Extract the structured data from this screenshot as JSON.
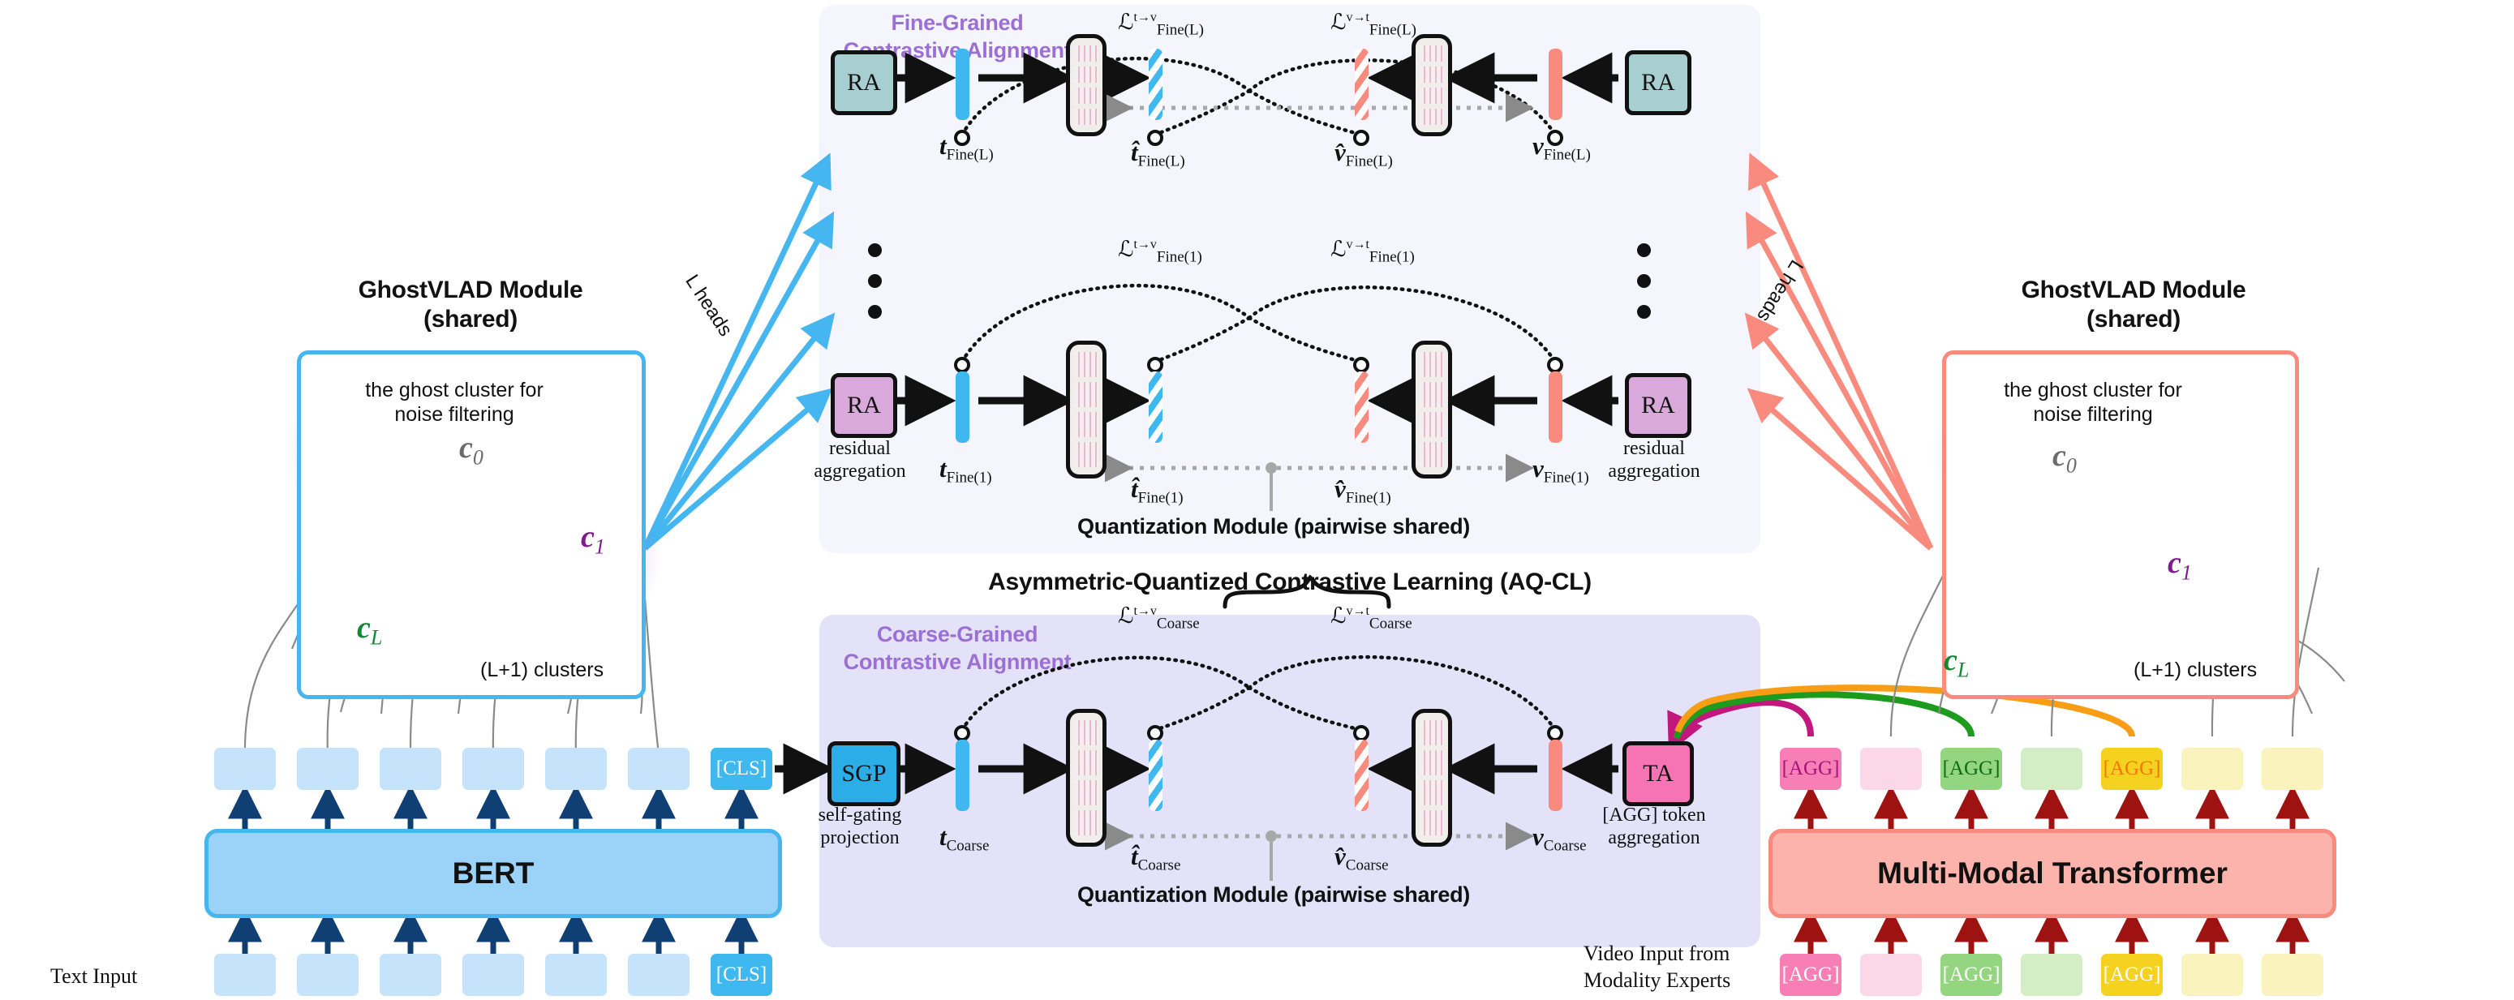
{
  "figure": {
    "title": "Asymmetric-Quantized Contrastive Learning (AQ-CL)",
    "quantization_caption": "Quantization Module (pairwise shared)"
  },
  "panels": {
    "fine": {
      "title_line1": "Fine-Grained",
      "title_line2": "Contrastive Alignment"
    },
    "coarse": {
      "title_line1": "Coarse-Grained",
      "title_line2": "Contrastive Alignment"
    }
  },
  "rows": {
    "fine_L": {
      "loss_t2v": "ℒ",
      "loss_t2v_sup": "t→v",
      "loss_t2v_sub": "Fine(L)",
      "loss_v2t": "ℒ",
      "loss_v2t_sup": "v→t",
      "loss_v2t_sub": "Fine(L)",
      "left_block": "RA",
      "right_block": "RA",
      "t_label": "t",
      "t_sub": "Fine(L)",
      "t_hat_label": "t̂",
      "t_hat_sub": "Fine(L)",
      "v_hat_label": "v̂",
      "v_hat_sub": "Fine(L)",
      "v_label": "v",
      "v_sub": "Fine(L)"
    },
    "fine_1": {
      "loss_t2v": "ℒ",
      "loss_t2v_sup": "t→v",
      "loss_t2v_sub": "Fine(1)",
      "loss_v2t": "ℒ",
      "loss_v2t_sup": "v→t",
      "loss_v2t_sub": "Fine(1)",
      "left_block": "RA",
      "right_block": "RA",
      "left_caption_l1": "residual",
      "left_caption_l2": "aggregation",
      "right_caption_l1": "residual",
      "right_caption_l2": "aggregation",
      "t_label": "t",
      "t_sub": "Fine(1)",
      "t_hat_label": "t̂",
      "t_hat_sub": "Fine(1)",
      "v_hat_label": "v̂",
      "v_hat_sub": "Fine(1)",
      "v_label": "v",
      "v_sub": "Fine(1)"
    },
    "coarse": {
      "loss_t2v": "ℒ",
      "loss_t2v_sup": "t→v",
      "loss_t2v_sub": "Coarse",
      "loss_v2t": "ℒ",
      "loss_v2t_sup": "v→t",
      "loss_v2t_sub": "Coarse",
      "left_block": "SGP",
      "right_block": "TA",
      "left_caption_l1": "self-gating",
      "left_caption_l2": "projection",
      "right_caption_l1": "[AGG] token",
      "right_caption_l2": "aggregation",
      "t_label": "t",
      "t_sub": "Coarse",
      "t_hat_label": "t̂",
      "t_hat_sub": "Coarse",
      "v_hat_label": "v̂",
      "v_hat_sub": "Coarse",
      "v_label": "v",
      "v_sub": "Coarse"
    }
  },
  "ghostvlad_left": {
    "title_line1": "GhostVLAD Module",
    "title_line2": "(shared)",
    "note_line1": "the ghost cluster for",
    "note_line2": "noise filtering",
    "c0": "c",
    "c0_sub": "0",
    "c1": "c",
    "c1_sub": "1",
    "cL": "c",
    "cL_sub": "L",
    "clusters_label": "(L+1) clusters",
    "heads_label": "L heads"
  },
  "ghostvlad_right": {
    "title_line1": "GhostVLAD Module",
    "title_line2": "(shared)",
    "note_line1": "the ghost cluster for",
    "note_line2": "noise filtering",
    "c0": "c",
    "c0_sub": "0",
    "c1": "c",
    "c1_sub": "1",
    "cL": "c",
    "cL_sub": "L",
    "clusters_label": "(L+1) clusters",
    "heads_label": "L heads"
  },
  "text_branch": {
    "encoder_label": "BERT",
    "input_label": "Text Input",
    "cls_token": "[CLS]",
    "tokens_count": 7
  },
  "video_branch": {
    "encoder_label": "Multi-Modal Transformer",
    "input_label_line1": "Video Input from",
    "input_label_line2": "Modality Experts",
    "agg_token": "[AGG]",
    "tokens": [
      {
        "label": "[AGG]",
        "fill": "#f77fb5",
        "text": "#a3157a"
      },
      {
        "label": "",
        "fill": "#fbd7e8",
        "text": "#a3157a"
      },
      {
        "label": "[AGG]",
        "fill": "#93d67f",
        "text": "#0f6b14"
      },
      {
        "label": "",
        "fill": "#d3edc5",
        "text": "#0f6b14"
      },
      {
        "label": "[AGG]",
        "fill": "#f5d21f",
        "text": "#f07800"
      },
      {
        "label": "",
        "fill": "#faf3bd",
        "text": "#f07800"
      },
      {
        "label": "",
        "fill": "#faf3bd",
        "text": "#f07800"
      }
    ]
  },
  "colors": {
    "text_accent": "#3fb8f0",
    "video_accent": "#f98a7e",
    "panel_fine_bg": "#f5f5fd",
    "panel_coarse_bg": "#e3e2f8",
    "title_purple": "#9b6fd4",
    "ghost_cluster": "#808080",
    "cluster_c1": "#7d1b8c",
    "cluster_cL": "#0f8a34"
  }
}
